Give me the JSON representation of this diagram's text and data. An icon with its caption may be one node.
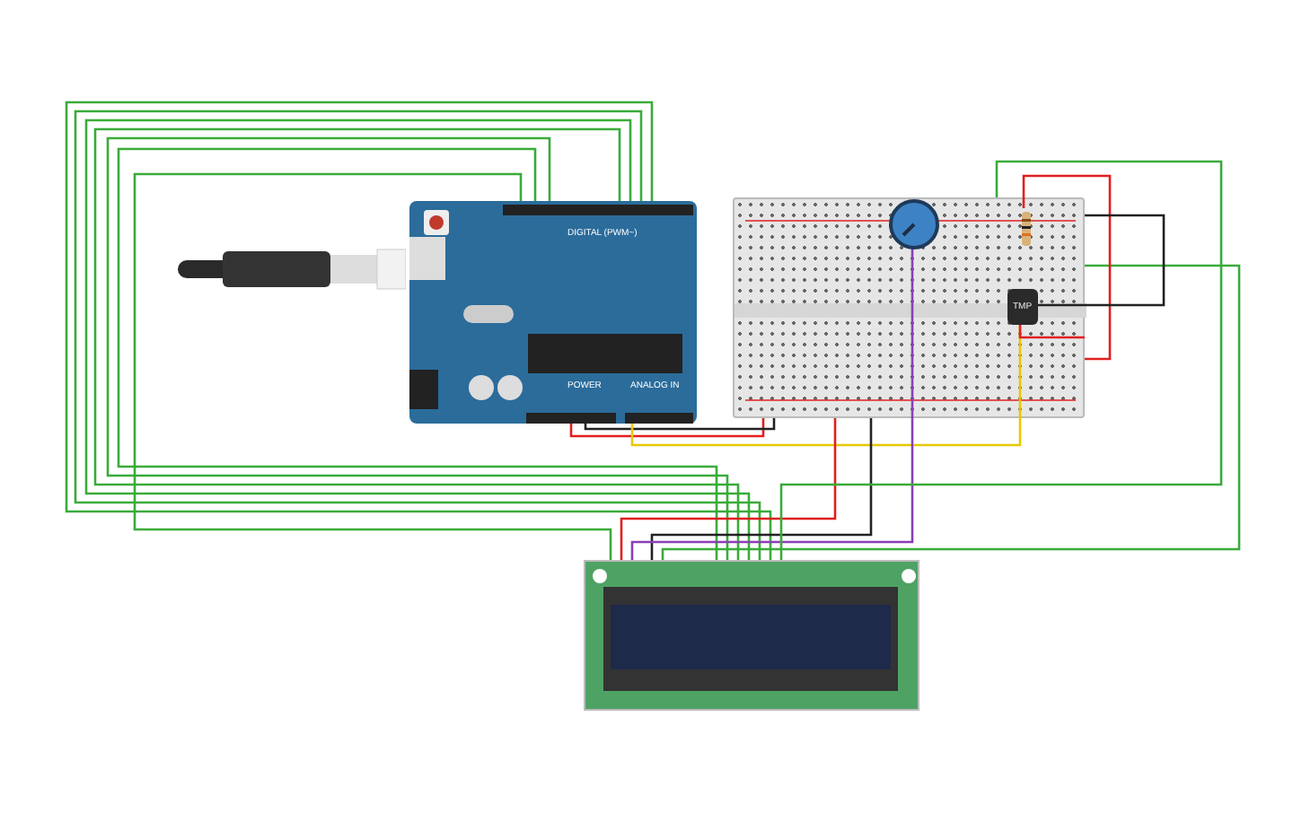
{
  "diagram": {
    "nodes": [
      {
        "text": [],
        "shape": "picture"
      },
      {
        "text": [
          "DIGITAL (PWM~)",
          "POWER",
          "ANALOG IN"
        ]
      },
      {
        "text": [],
        "shape": "box"
      },
      {
        "text": [],
        "shape": "circle",
        "in": 2
      },
      {
        "text": [],
        "shape": "picture",
        "in": 2
      },
      {
        "text": [
          "TMP"
        ],
        "in": 2
      },
      {
        "text": [],
        "shape": "box"
      }
    ],
    "edges": [
      {
        "from": 1,
        "to": 6,
        "arrow": "none"
      },
      {
        "from": 1,
        "to": 6,
        "arrow": "none"
      },
      {
        "from": 1,
        "to": 6,
        "arrow": "none"
      },
      {
        "from": 1,
        "to": 6,
        "arrow": "none"
      },
      {
        "from": 1,
        "to": 6,
        "arrow": "none"
      },
      {
        "from": 1,
        "to": 6,
        "arrow": "none"
      },
      {
        "from": 1,
        "to": 6,
        "arrow": "none"
      },
      {
        "from": 1,
        "to": 2,
        "arrow": "none",
        "color": "#e0201f"
      },
      {
        "from": 1,
        "to": 2,
        "arrow": "none",
        "color": "#222222"
      },
      {
        "from": 1,
        "to": 5,
        "arrow": "none",
        "color": "#e8c800"
      },
      {
        "from": 2,
        "to": 6,
        "arrow": "none",
        "color": "#e0201f"
      },
      {
        "from": 2,
        "to": 6,
        "arrow": "none",
        "color": "#222222"
      },
      {
        "from": 3,
        "to": 6,
        "arrow": "none",
        "color": "#8a3fb5"
      },
      {
        "from": 2,
        "to": 6,
        "arrow": "none"
      },
      {
        "from": 2,
        "to": 6,
        "arrow": "none"
      },
      {
        "from": 2,
        "to": 4,
        "arrow": "none",
        "color": "#e0201f"
      },
      {
        "from": 5,
        "to": 2,
        "arrow": "none",
        "color": "#222222"
      },
      {
        "from": 5,
        "to": 2,
        "arrow": "none",
        "color": "#e0201f"
      }
    ]
  }
}
